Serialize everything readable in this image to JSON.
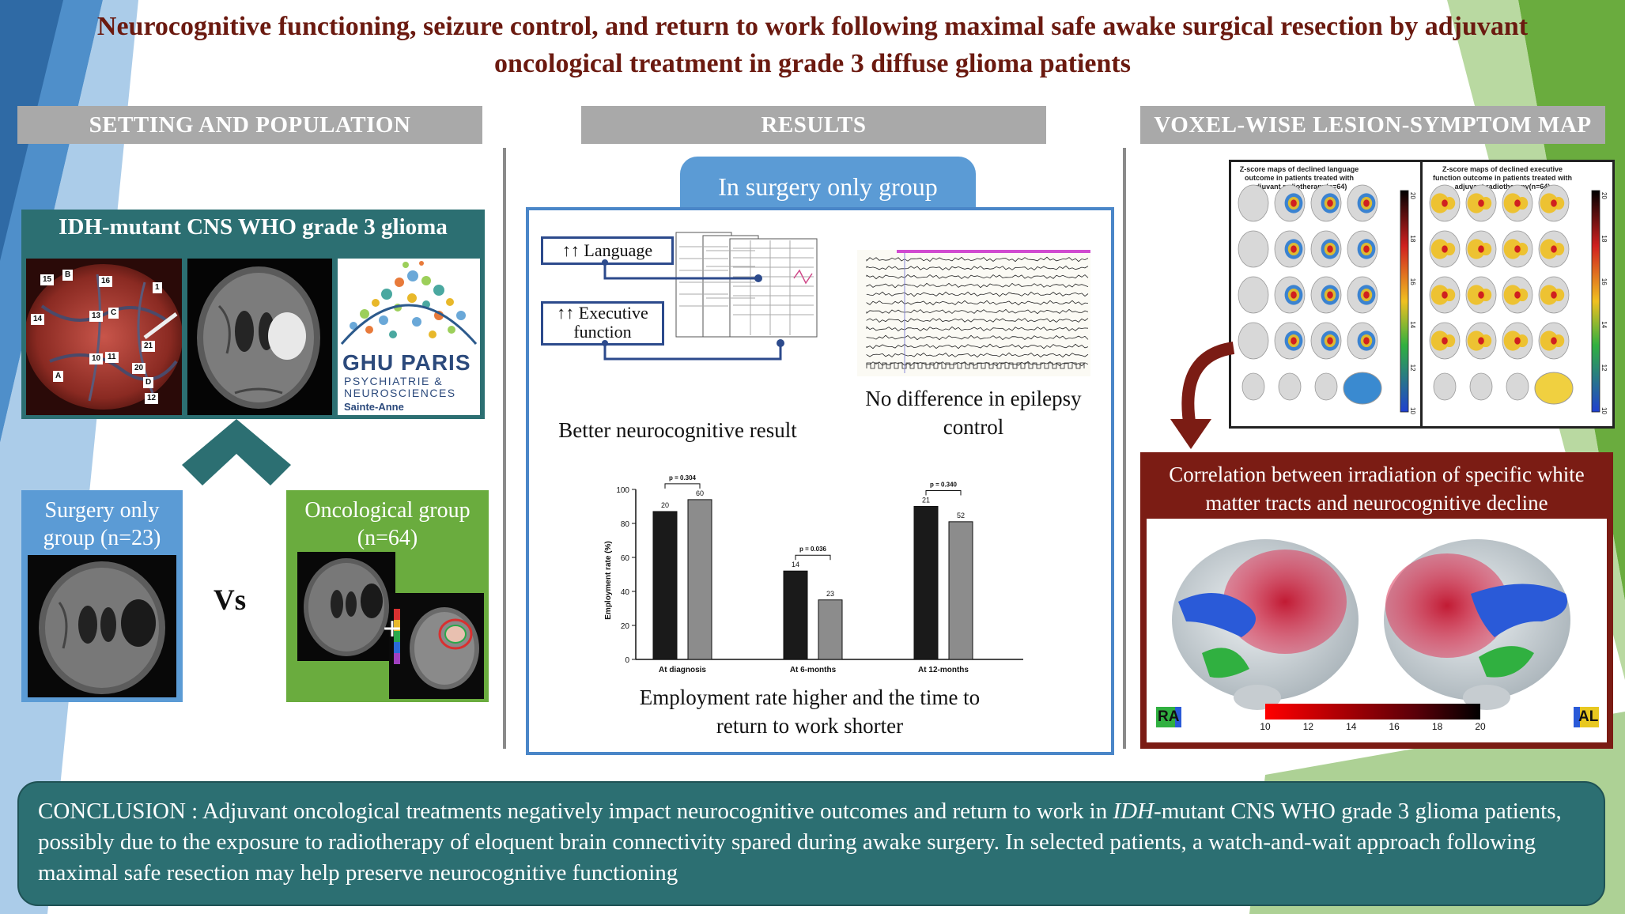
{
  "title": "Neurocognitive functioning, seizure control, and return to work following maximal safe awake surgical resection by adjuvant oncological treatment in grade 3 diffuse glioma patients",
  "sections": {
    "setting": "SETTING AND POPULATION",
    "results": "RESULTS",
    "map": "VOXEL-WISE LESION-SYMPTOM MAP"
  },
  "population": {
    "header": "IDH-mutant CNS WHO grade 3 glioma",
    "surgery_group": "Surgery only group (n=23)",
    "vs": "Vs",
    "oncological_group": "Oncological group (n=64)",
    "plus": "+",
    "intraop_tags": [
      "15",
      "B",
      "16",
      "1",
      "14",
      "13",
      "C",
      "10",
      "11",
      "21",
      "A",
      "20",
      "D",
      "12"
    ]
  },
  "logo": {
    "line1": "GHU PARIS",
    "line2": "PSYCHIATRIE &",
    "line3": "NEUROSCIENCES",
    "line4": "Sainte-Anne"
  },
  "results": {
    "tab": "In surgery only group",
    "language": "↑↑ Language",
    "executive": "↑↑ Executive function",
    "neuro_caption": "Better neurocognitive result",
    "epilepsy_caption": "No difference in epilepsy control",
    "employment_caption": "Employment rate higher and the time to return to work shorter"
  },
  "chart_data": {
    "type": "bar",
    "categories": [
      "At diagnosis",
      "At 6-months",
      "At 12-months"
    ],
    "series": [
      {
        "values": [
          87,
          52,
          90
        ],
        "color": "#1a1a1a",
        "counts": [
          "20",
          "14",
          "21"
        ]
      },
      {
        "values": [
          94,
          35,
          81
        ],
        "color": "#8c8c8c",
        "counts": [
          "60",
          "23",
          "52"
        ]
      }
    ],
    "p_values": [
      "p = 0.304",
      "p = 0.036",
      "p = 0.340"
    ],
    "ylabel": "Employment rate (%)",
    "ylim": [
      0,
      100
    ],
    "yticks": [
      "0",
      "20",
      "40",
      "60",
      "80",
      "100"
    ]
  },
  "maps": {
    "left_title": "Z-score maps of declined language outcome in patients treated with adjuvant radiotherapy(n=64)",
    "right_title": "Z-score maps of declined executive function outcome in patients treated with adjuvant radiotherapy(n=64)",
    "scale_ticks": [
      "20",
      "18",
      "16",
      "14",
      "12",
      "10"
    ]
  },
  "correlation": {
    "title": "Correlation between irradiation of specific white matter tracts and neurocognitive decline",
    "scale_ticks": [
      "10",
      "12",
      "14",
      "16",
      "18",
      "20"
    ],
    "orient_left": "RA",
    "orient_right": "AL"
  },
  "conclusion": {
    "prefix": "CONCLUSION : Adjuvant oncological treatments negatively impact neurocognitive outcomes and return to work in ",
    "italic": "IDH",
    "suffix": "-mutant CNS WHO grade 3 glioma patients, possibly due to the exposure to radiotherapy of eloquent brain connectivity spared during awake surgery. In selected patients, a watch-and-wait approach following maximal safe resection may help preserve neurocognitive functioning"
  },
  "colors": {
    "teal": "#2c6f72",
    "blue": "#4a86c8",
    "green": "#6aac3e",
    "maroon": "#7b1c14",
    "title": "#6b1a10"
  }
}
